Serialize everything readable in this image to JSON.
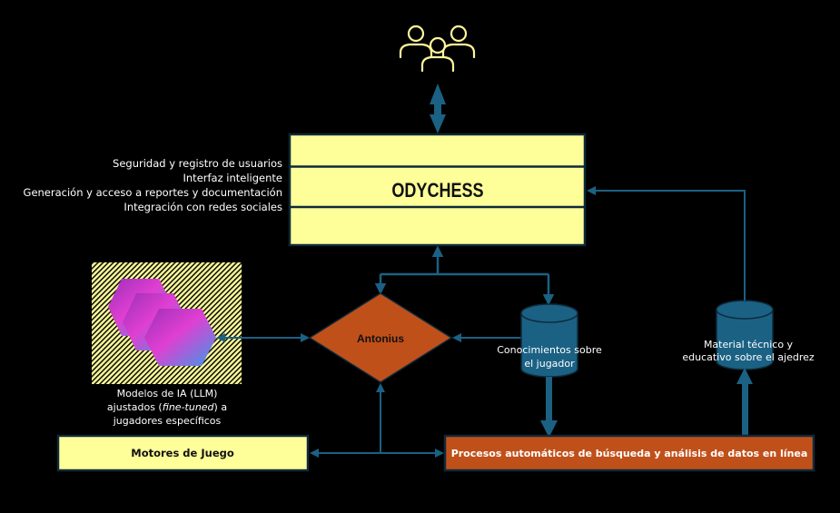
{
  "colors": {
    "background": "#000000",
    "yellow_box": "#FFFF99",
    "box_border": "#0E2A3A",
    "connector": "#1A6184",
    "orange": "#C0501A",
    "cylinder": "#1A6184",
    "users_icon": "#FFF59A",
    "white_text": "#FFFFFF"
  },
  "users": {
    "icon": "users-group-icon"
  },
  "odychess": {
    "title": "ODYCHESS",
    "features": [
      "Seguridad  y registro de usuarios",
      "Interfaz inteligente",
      "Generación  y acceso a reportes y documentación",
      "Integración  con redes sociales"
    ]
  },
  "llm_models": {
    "icon": "hexagon-stack-icon",
    "caption_line1": "Modelos de IA (LLM)",
    "caption_line2_pre": "ajustados (",
    "caption_line2_italic": "fine-tuned",
    "caption_line2_post": ") a",
    "caption_line3": "jugadores específicos"
  },
  "antonius": {
    "label": "Antonius"
  },
  "player_knowledge": {
    "line1": "Conocimientos sobre",
    "line2": "el jugador"
  },
  "chess_material": {
    "line1": "Material técnico y",
    "line2": "educativo sobre el ajedrez"
  },
  "game_engines": {
    "label": "Motores de Juego"
  },
  "online_processes": {
    "label": "Procesos automáticos de búsqueda y análisis de datos en línea"
  }
}
